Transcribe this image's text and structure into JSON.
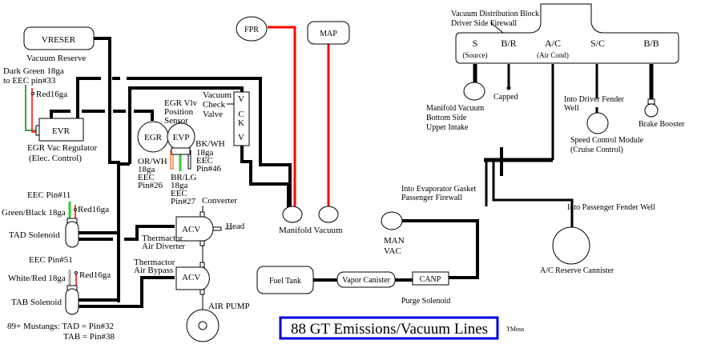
{
  "title": "88 GT Emissions/Vacuum Lines",
  "author": "TMoss",
  "colors": {
    "vacuum_line": "#000000",
    "red_line": "#ff0000",
    "title_border": "#0000dd",
    "green_wire": "#008000",
    "bright_green": "#33cc33",
    "orange_wire": "#ff8040",
    "gray_wire": "#aaaaaa"
  },
  "components": {
    "vreser": {
      "label": "VRESER",
      "caption": "Vacuum Reserve"
    },
    "evr": {
      "label": "EVR",
      "caption1": "EGR Vac Regulator",
      "caption2": "(Elec. Control)"
    },
    "evr_wires": {
      "green_line1": "Dark Green 18ga",
      "green_line2": "to EEC pin#33",
      "red": "Red16ga"
    },
    "egr": {
      "label": "EGR"
    },
    "evp": {
      "label": "EVP",
      "caption1": "EGR Vlv",
      "caption2": "Position",
      "caption3": "Sensor"
    },
    "evp_wires": {
      "orwh": [
        "OR/WH",
        "18ga",
        "EEC",
        "Pin#26"
      ],
      "brlg": [
        "BR/LG",
        "18ga",
        "EEC",
        "Pin#27"
      ],
      "bkwh": [
        "BK/WH",
        "18ga",
        "EEC",
        "Pin#46"
      ]
    },
    "check_valve": {
      "letters": [
        "V",
        "C",
        "K",
        "V"
      ],
      "caption1": "Vacuum",
      "caption2": "Check",
      "caption3": "Valve"
    },
    "fpr": {
      "label": "FPR"
    },
    "map": {
      "label": "MAP"
    },
    "manifold_vacuum": {
      "label": "Manifold Vacuum"
    },
    "tad": {
      "label": "TAD Solenoid",
      "pin": "EEC Pin#11",
      "wire": "Green/Black 18ga",
      "red": "Red16ga"
    },
    "tab": {
      "label": "TAB Solenoid",
      "pin": "EEC Pin#51",
      "wire": "White/Red 18ga",
      "red": "Red16ga"
    },
    "note": {
      "line1": "89+ Mustangs: TAD = Pin#32",
      "line2": "TAB = Pin#38"
    },
    "acv1": {
      "label": "ACV",
      "caption1": "Thermactor",
      "caption2": "Air Diverter",
      "converter": "Converter",
      "head": "Head"
    },
    "acv2": {
      "label": "ACV",
      "caption1": "Thermactor",
      "caption2": "Air Bypass"
    },
    "air_pump": {
      "label": "AIR PUMP"
    },
    "man_vac": {
      "line1": "MAN",
      "line2": "VAC"
    },
    "fuel_tank": {
      "label": "Fuel Tank"
    },
    "vapor_canister": {
      "label": "Vapor Canister"
    },
    "canp": {
      "label": "CANP",
      "caption": "Purge Solenoid"
    },
    "distribution_block": {
      "caption1": "Vacuum Distribution Block",
      "caption2": "Driver Side Firewall",
      "ports": [
        {
          "label": "S",
          "sub": "(Source)"
        },
        {
          "label": "B/R",
          "sub": ""
        },
        {
          "label": "A/C",
          "sub": "(Air Cond)"
        },
        {
          "label": "S/C",
          "sub": ""
        },
        {
          "label": "B/B",
          "sub": ""
        }
      ]
    },
    "manifold_upper": [
      "Manifold Vacuum",
      "Bottom Side",
      "Upper Intake"
    ],
    "capped": {
      "label": "Capped"
    },
    "driver_fender": [
      "Into Driver Fender",
      "Well"
    ],
    "speed_control": [
      "Speed Control Module",
      "(Cruise Control)"
    ],
    "brake_booster": {
      "label": "Brake Booster"
    },
    "evap_gasket": [
      "Into Evaporator Gasket",
      "Passenger Firewall"
    ],
    "pass_fender": {
      "label": "Into Passenger Fender Well"
    },
    "ac_reserve": {
      "label": "A/C Reserve Cannister"
    }
  }
}
